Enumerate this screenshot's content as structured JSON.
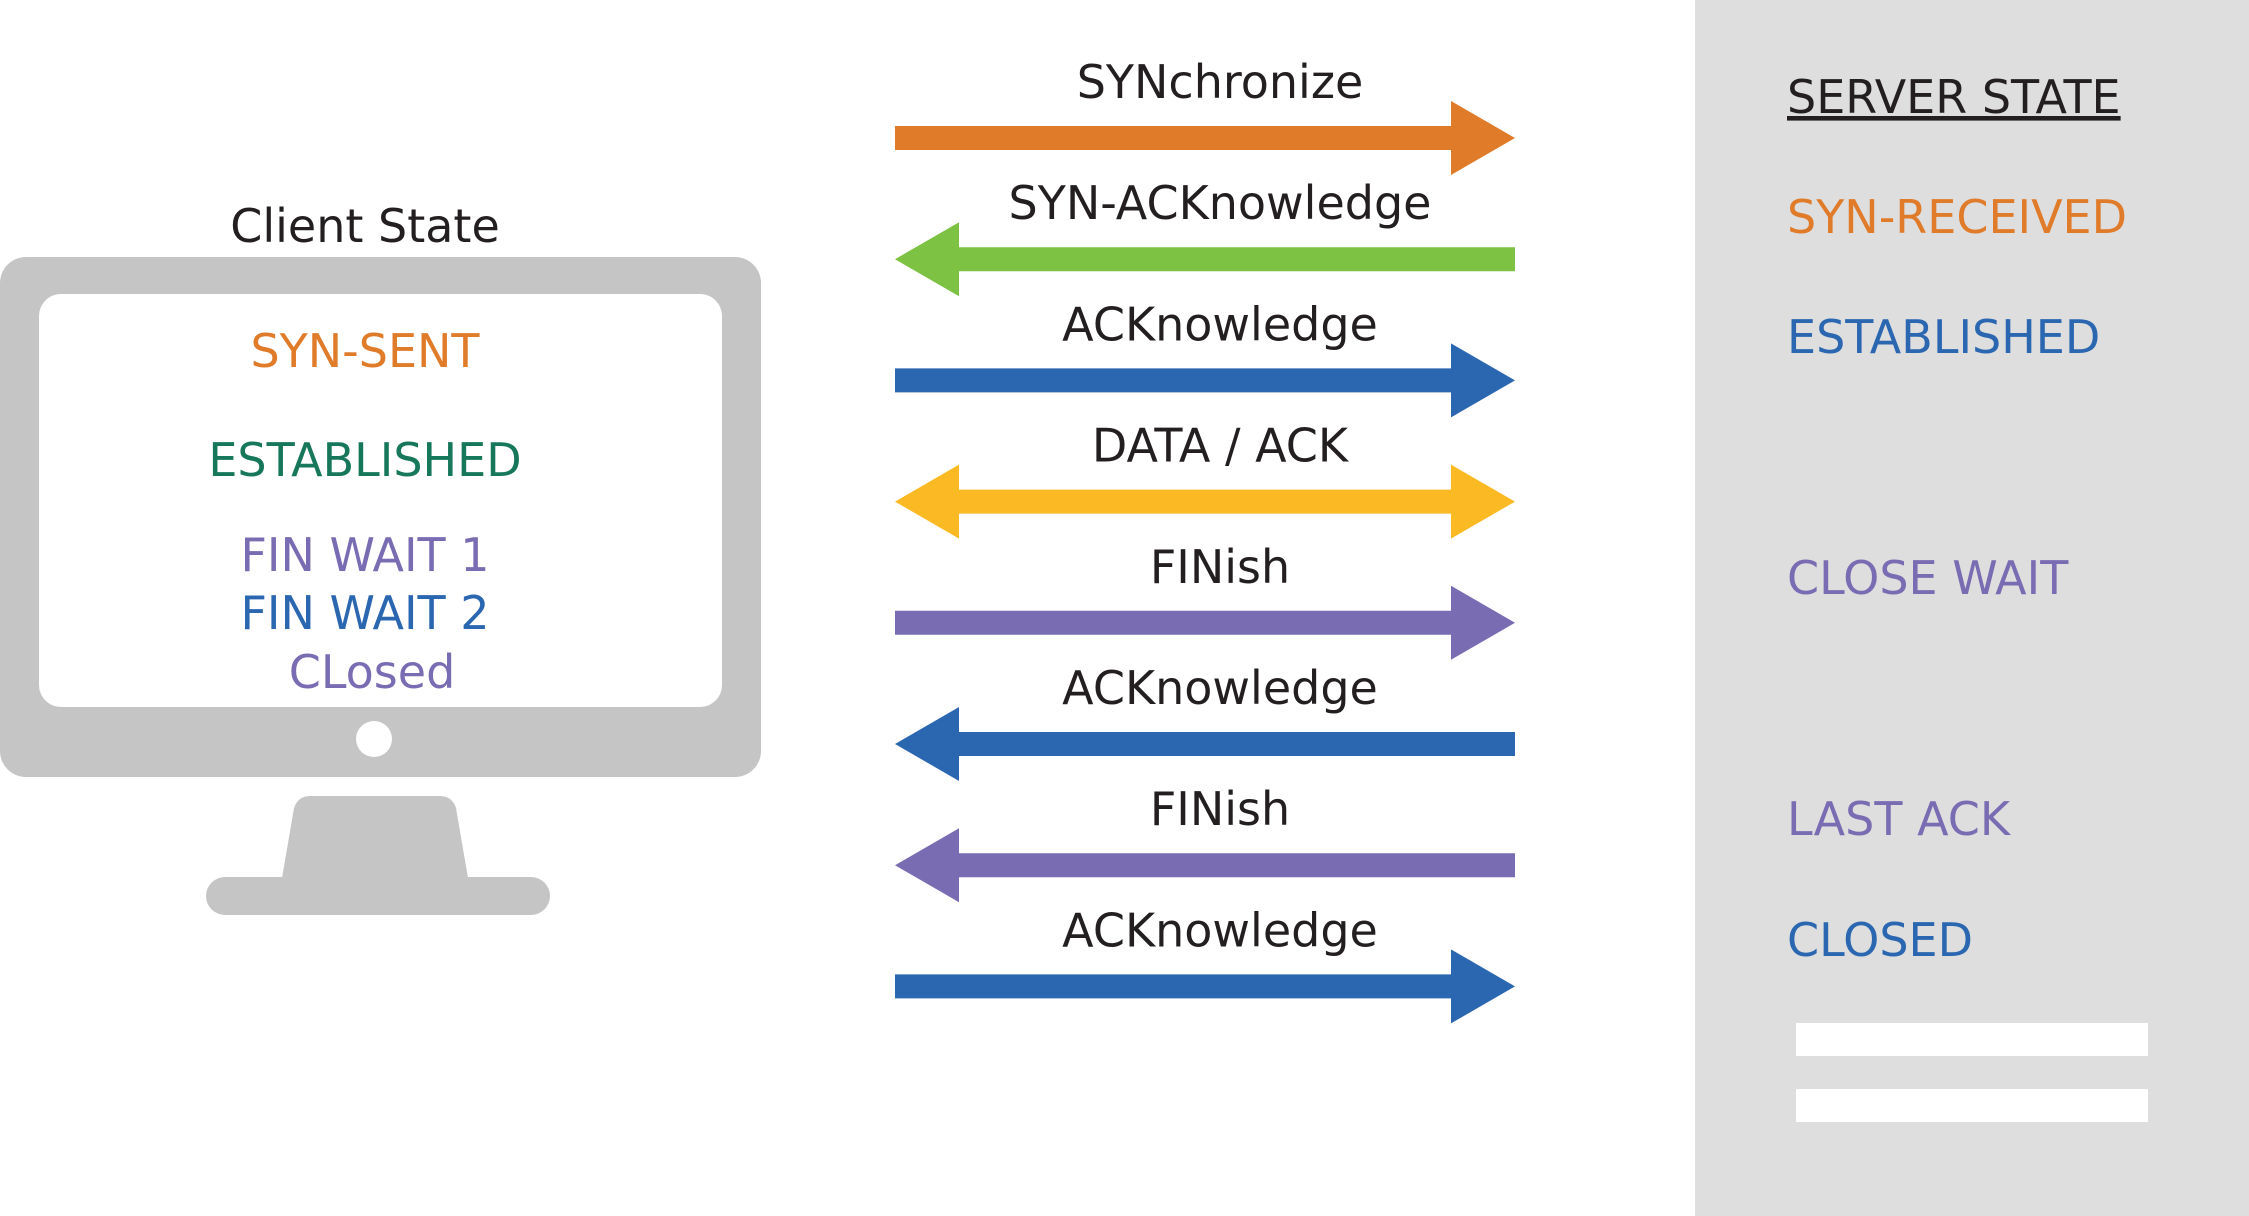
{
  "client": {
    "title": "Client State",
    "states": [
      {
        "label": "SYN-SENT",
        "color": "#E07B2A"
      },
      {
        "label": "ESTABLISHED",
        "color": "#17775A"
      },
      {
        "label": "FIN WAIT 1",
        "color": "#7A6CB3"
      },
      {
        "label": "FIN WAIT 2",
        "color": "#2B67B1"
      },
      {
        "label": "CLosed",
        "color": "#7A6CB3"
      }
    ]
  },
  "server": {
    "title": "SERVER STATE",
    "title_color": "#231F20",
    "states": [
      {
        "label": "SYN-RECEIVED",
        "color": "#E07B2A"
      },
      {
        "label": "ESTABLISHED",
        "color": "#2B67B1"
      },
      {
        "label": "CLOSE WAIT",
        "color": "#7A6CB3"
      },
      {
        "label": "LAST ACK",
        "color": "#7A6CB3"
      },
      {
        "label": "CLOSED",
        "color": "#2B67B1"
      }
    ]
  },
  "messages": [
    {
      "label": "SYNchronize",
      "direction": "to-server",
      "color": "#E07B2A"
    },
    {
      "label": "SYN-ACKnowledge",
      "direction": "to-client",
      "color": "#7DC242"
    },
    {
      "label": "ACKnowledge",
      "direction": "to-server",
      "color": "#2B67B1"
    },
    {
      "label": "DATA / ACK",
      "direction": "both",
      "color": "#FBBA23"
    },
    {
      "label": "FINish",
      "direction": "to-server",
      "color": "#7A6CB3"
    },
    {
      "label": "ACKnowledge",
      "direction": "to-client",
      "color": "#2B67B1"
    },
    {
      "label": "FINish",
      "direction": "to-client",
      "color": "#7A6CB3"
    },
    {
      "label": "ACKnowledge",
      "direction": "to-server",
      "color": "#2B67B1"
    }
  ],
  "colors": {
    "monitor": "#C6C5C5",
    "server_panel": "#DEDEDE",
    "text": "#231F20"
  }
}
